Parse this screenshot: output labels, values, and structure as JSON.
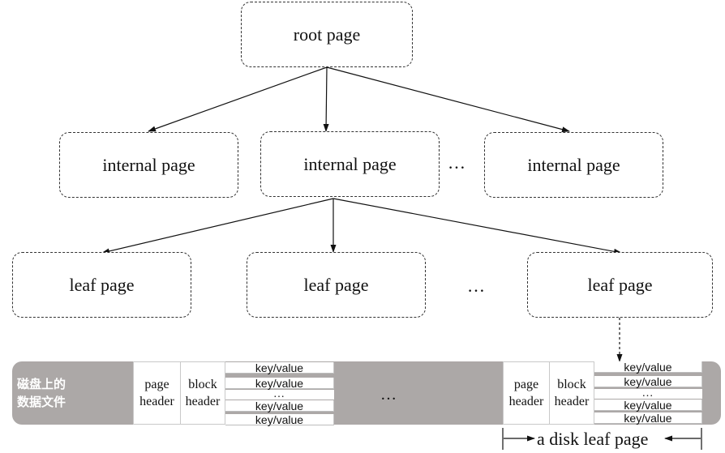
{
  "tree": {
    "root": {
      "label": "root page"
    },
    "internal": [
      {
        "label": "internal page"
      },
      {
        "label": "internal page"
      },
      {
        "label": "internal page"
      }
    ],
    "internal_ellipsis": "…",
    "leaves": [
      {
        "label": "leaf page"
      },
      {
        "label": "leaf page"
      },
      {
        "label": "leaf page"
      }
    ],
    "leaf_ellipsis": "…"
  },
  "disk": {
    "label_line1": "磁盘上的",
    "label_line2": "数据文件",
    "middle_ellipsis": "…",
    "blocks": [
      {
        "page_header": "page\nheader",
        "block_header": "block\nheader",
        "rows": [
          "key/value",
          "key/value",
          "…",
          "key/value",
          "key/value"
        ]
      },
      {
        "page_header": "page\nheader",
        "block_header": "block\nheader",
        "rows": [
          "key/value",
          "key/value",
          "…",
          "key/value",
          "key/value"
        ]
      }
    ],
    "caption": "a disk leaf page"
  }
}
